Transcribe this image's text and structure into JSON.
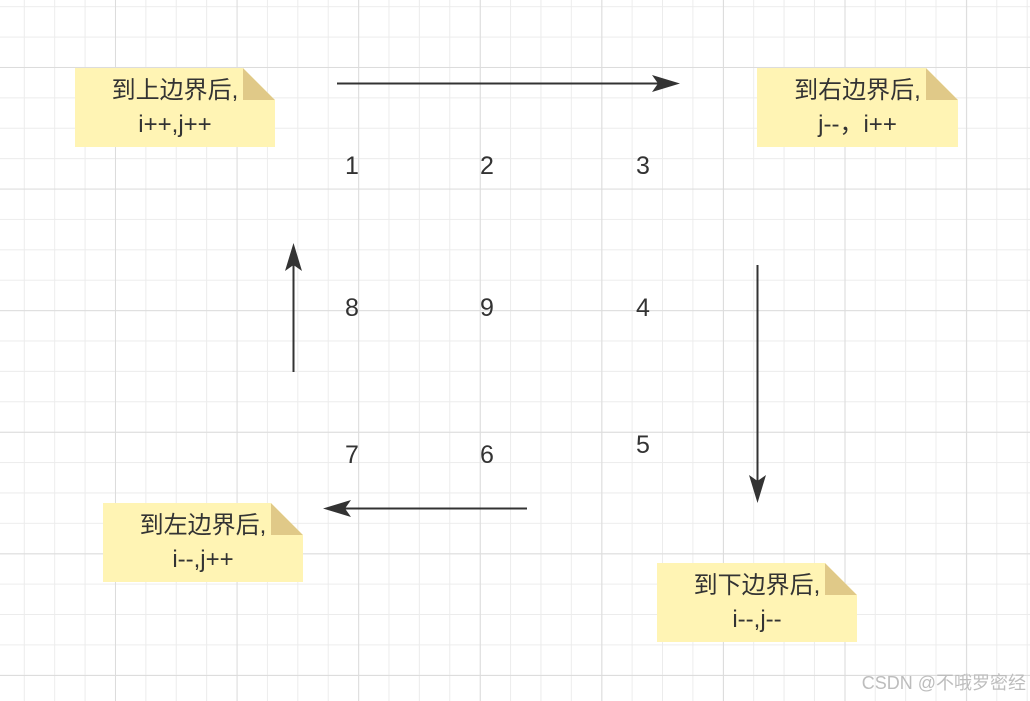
{
  "notes": {
    "top": {
      "line1": "到上边界后,",
      "line2": "i++,j++"
    },
    "right": {
      "line1": "到右边界后,",
      "line2": "j--，i++"
    },
    "left": {
      "line1": "到左边界后,",
      "line2": "i--,j++"
    },
    "bottom": {
      "line1": "到下边界后,",
      "line2": "i--,j--"
    }
  },
  "matrix": {
    "row1": [
      "1",
      "2",
      "3"
    ],
    "row2": [
      "8",
      "9",
      "4"
    ],
    "row3": [
      "7",
      "6",
      "5"
    ]
  },
  "watermark": "CSDN @不哦罗密经",
  "colors": {
    "note_fill": "#fff4b4",
    "note_fold": "#e0c988",
    "arrow": "#333333",
    "text": "#333333",
    "watermark": "#bdbdbd"
  }
}
